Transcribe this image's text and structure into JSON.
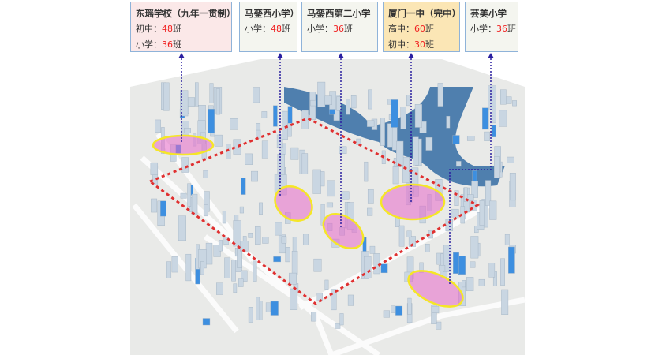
{
  "schools": [
    {
      "name": "东瑶学校（九年一贯制）",
      "rows": [
        {
          "label": "初中：",
          "count": "48",
          "unit": "班"
        },
        {
          "label": "小学：",
          "count": "36",
          "unit": "班"
        }
      ],
      "bg": "#fbe8e8"
    },
    {
      "name": "马銮西小学）",
      "rows": [
        {
          "label": "小学：",
          "count": "48",
          "unit": "班"
        }
      ],
      "bg": "#f4f5ef"
    },
    {
      "name": "马銮西第二小学",
      "rows": [
        {
          "label": "小学：",
          "count": "36",
          "unit": "班"
        }
      ],
      "bg": "#f4f5ef"
    },
    {
      "name": "厦门一中（完中）",
      "rows": [
        {
          "label": "高中：",
          "count": "60",
          "unit": "班"
        },
        {
          "label": "初中：",
          "count": "30",
          "unit": "班"
        }
      ],
      "bg": "#fbe6b5"
    },
    {
      "name": "芸美小学",
      "rows": [
        {
          "label": "小学：",
          "count": "36",
          "unit": "班"
        }
      ],
      "bg": "#f4f5ef"
    }
  ],
  "colors": {
    "highlight": "#f5e626",
    "boundary": "#e03030",
    "leader": "#2a1fa0",
    "water": "#4f7fae"
  }
}
